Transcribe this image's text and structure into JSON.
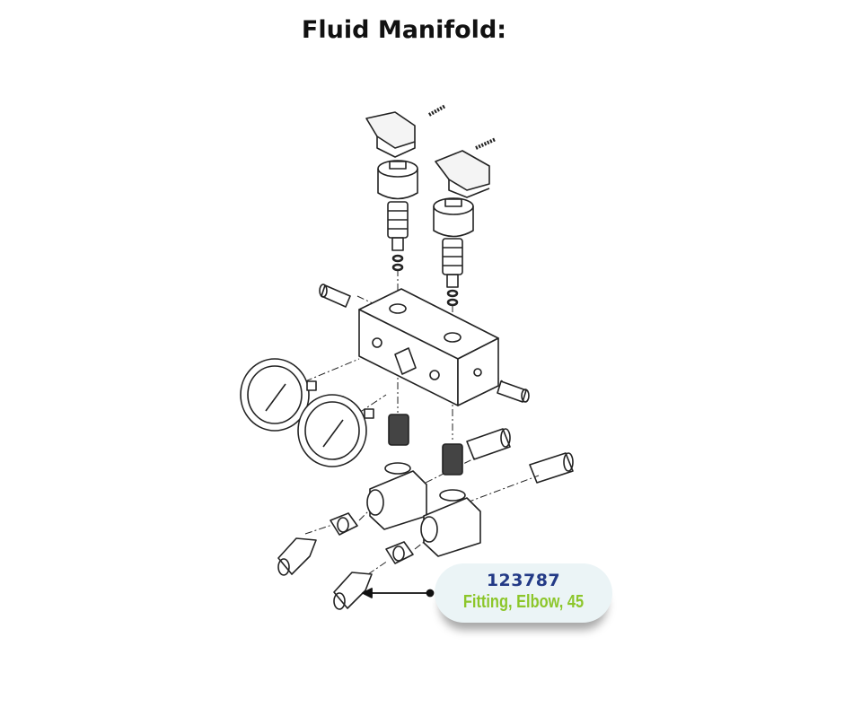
{
  "title": "Fluid Manifold:",
  "callout": {
    "part_number": "123787",
    "description": "Fitting, Elbow, 45",
    "number_color": "#233a86",
    "description_color": "#8cc62a"
  }
}
